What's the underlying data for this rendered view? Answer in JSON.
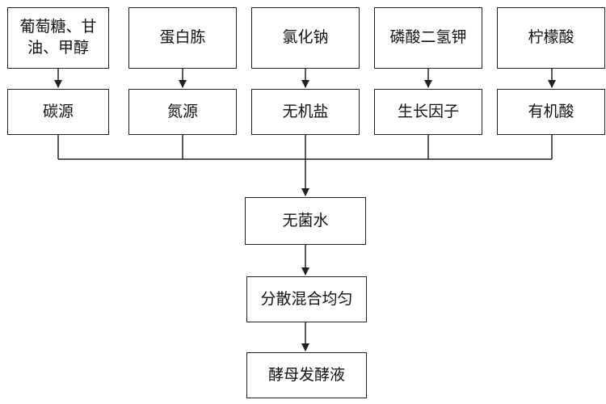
{
  "diagram": {
    "top_row": [
      {
        "label": "葡萄糖、甘\n油、甲醇"
      },
      {
        "label": "蛋白胨"
      },
      {
        "label": "氯化钠"
      },
      {
        "label": "磷酸二氢钾"
      },
      {
        "label": "柠檬酸"
      }
    ],
    "middle_row": [
      {
        "label": "碳源"
      },
      {
        "label": "氮源"
      },
      {
        "label": "无机盐"
      },
      {
        "label": "生长因子"
      },
      {
        "label": "有机酸"
      }
    ],
    "steps": [
      {
        "label": "无菌水"
      },
      {
        "label": "分散混合均匀"
      },
      {
        "label": "酵母发酵液"
      }
    ],
    "line_color": "#222222"
  }
}
